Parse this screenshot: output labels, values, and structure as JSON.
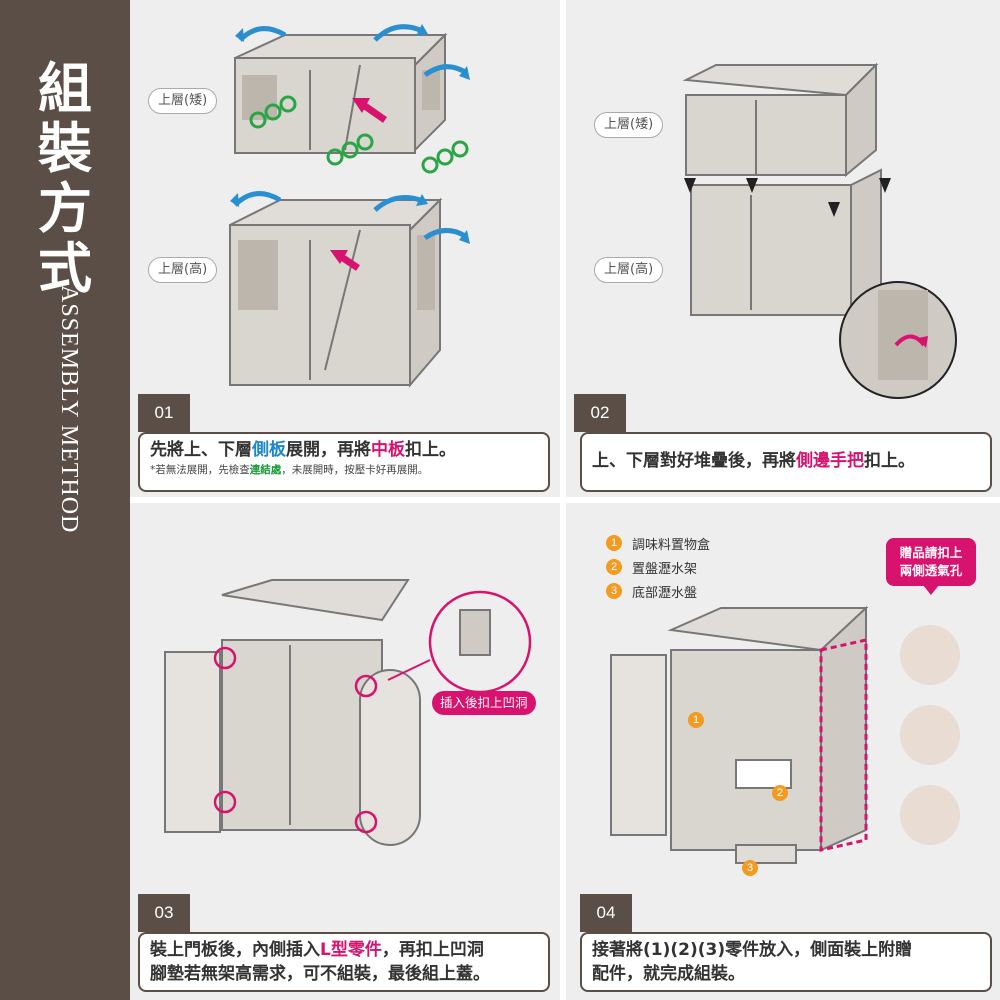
{
  "sidebar": {
    "title_chars": [
      "組",
      "裝",
      "方",
      "式"
    ],
    "subtitle": "ASSEMBLY METHOD"
  },
  "step1": {
    "number": "01",
    "label_top": "上層(矮)",
    "label_bottom": "上層(高)",
    "caption_parts": [
      "先將上、下層",
      "側板",
      "展開，再將",
      "中板",
      "扣上。"
    ],
    "note_parts": [
      "*若無法展開，先檢查",
      "連結處",
      "，未展開時，按壓卡好再展開。"
    ]
  },
  "step2": {
    "number": "02",
    "label_top": "上層(矮)",
    "label_bottom": "上層(高)",
    "caption_parts": [
      "上、下層對好堆疊後，再將",
      "側邊手把",
      "扣上。"
    ]
  },
  "step3": {
    "number": "03",
    "callout": "插入後扣上凹洞",
    "caption_line1_parts": [
      "裝上門板後，內側插入",
      "L型零件",
      "，再扣上凹洞"
    ],
    "caption_line2": "腳墊若無架高需求，可不組裝，最後組上蓋。"
  },
  "step4": {
    "number": "04",
    "legend": [
      {
        "num": "1",
        "label": "調味料置物盒"
      },
      {
        "num": "2",
        "label": "置盤瀝水架"
      },
      {
        "num": "3",
        "label": "底部瀝水盤"
      }
    ],
    "bubble_line1": "贈品請扣上",
    "bubble_line2": "兩側透氣孔",
    "marker_1": "1",
    "marker_2": "2",
    "marker_3": "3",
    "caption_line1": "接著將(1)(2)(3)零件放入，側面裝上附贈",
    "caption_line2": "配件，就完成組裝。"
  },
  "colors": {
    "brand_brown": "#5a4e47",
    "accent_pink": "#d7136f",
    "accent_blue": "#1d88c9",
    "accent_green": "#1c9a3a",
    "accent_orange": "#f39a21"
  }
}
